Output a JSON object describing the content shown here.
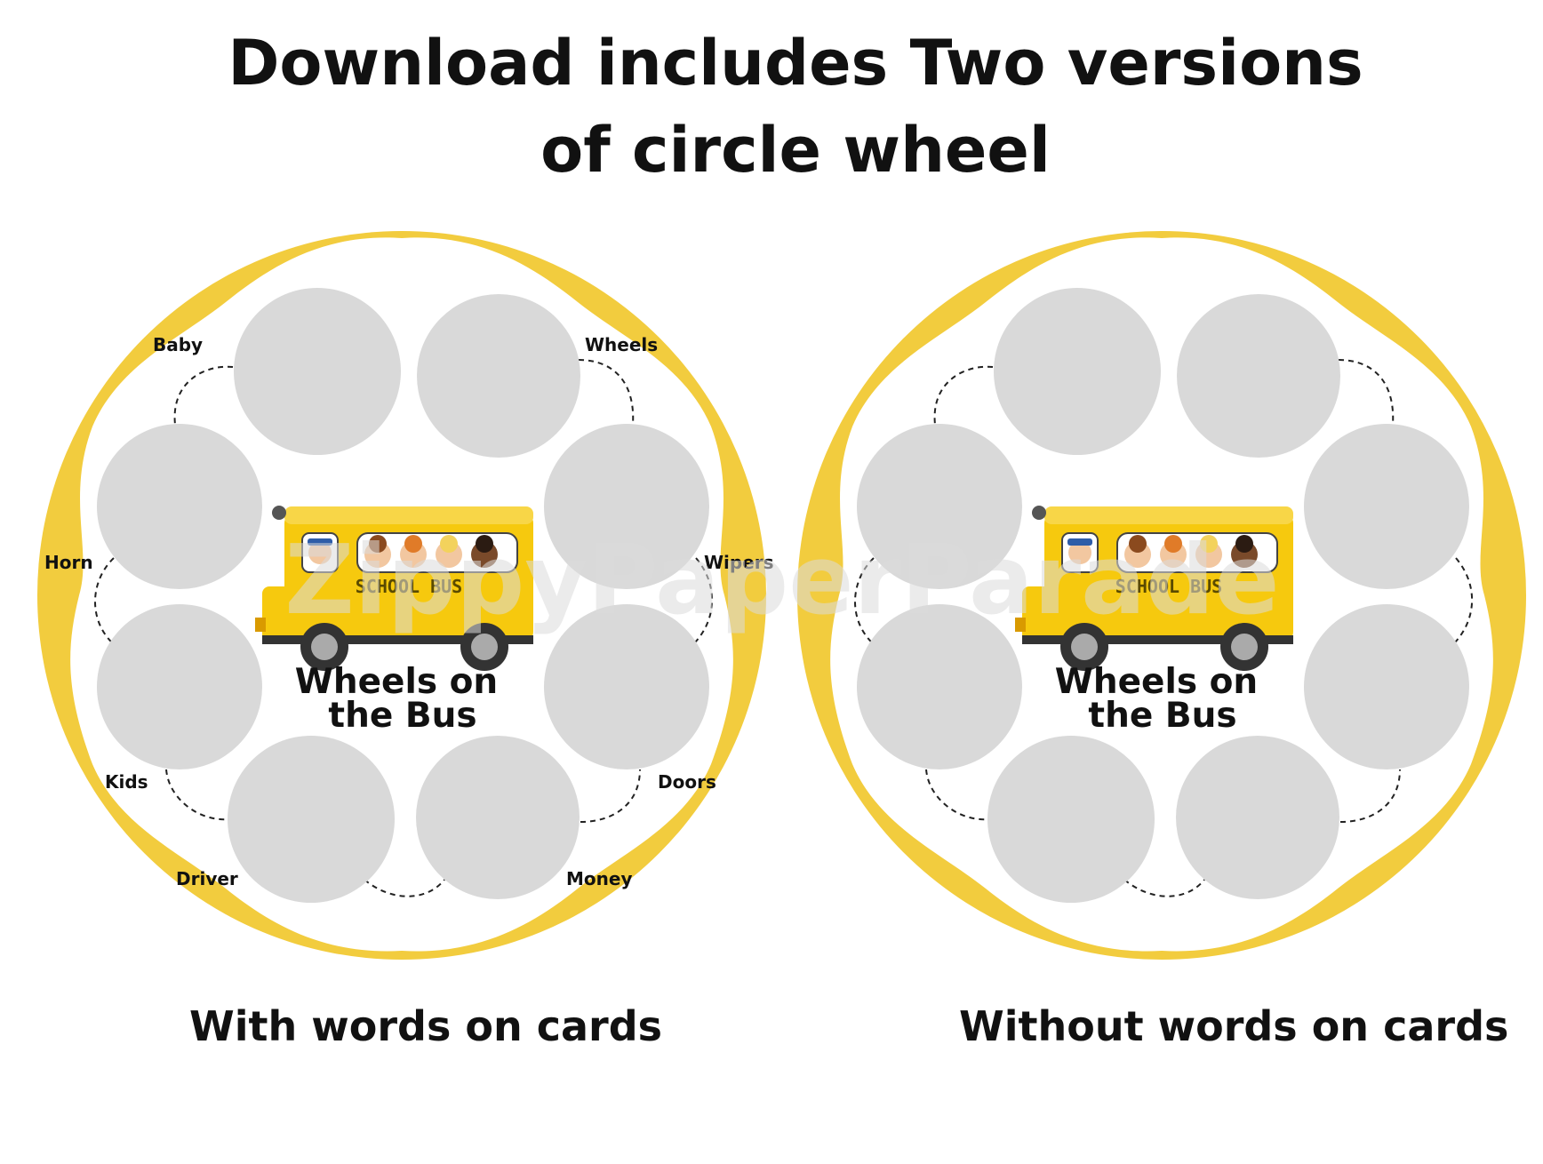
{
  "title": {
    "line1": "Download includes Two versions",
    "line2": "of circle wheel"
  },
  "colors": {
    "wheel_border": "#F2CC3E",
    "card_placeholder": "#D9D9D9",
    "bus_body": "#F6C90E",
    "text": "#111111"
  },
  "watermark": "ZippyPaperParade",
  "wheels": [
    {
      "caption": "With words on cards",
      "center_title_line1": "Wheels on",
      "center_title_line2": "the Bus",
      "bus_sign": "SCHOOL BUS",
      "card_words": [
        "Baby",
        "Wheels",
        "Horn",
        "Wipers",
        "Kids",
        "Doors",
        "Driver",
        "Money"
      ]
    },
    {
      "caption": "Without words on cards",
      "center_title_line1": "Wheels on",
      "center_title_line2": "the Bus",
      "bus_sign": "SCHOOL BUS",
      "card_words": []
    }
  ]
}
